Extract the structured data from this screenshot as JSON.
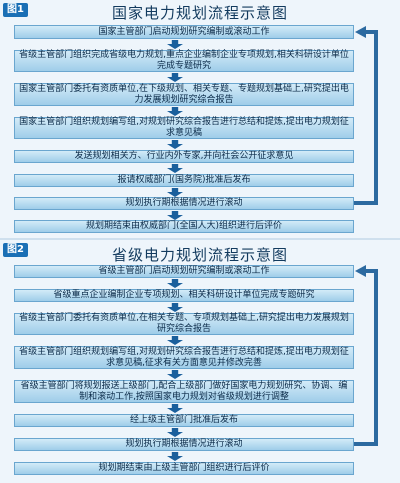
{
  "colors": {
    "box_top": "#d3ebf8",
    "box_bottom": "#9fcde9",
    "border": "#6aa6cf",
    "arrow": "#1a5f9c",
    "badge": "#1a6fb5",
    "feedback": "#2c6aa0"
  },
  "figure1": {
    "badge": "图1",
    "title": "国家电力规划流程示意图",
    "steps": [
      "国家主管部门启动规划研究编制或滚动工作",
      "省级主管部门组织完成省级电力规划,重点企业编制企业专项规划,相关科研设计单位完成专题研究",
      "国家主管部门委托有资质单位,在下级规划、相关专题、专题规划基础上,研究提出电力发展规划研究综合报告",
      "国家主管部门组织规划编写组,对规划研究综合报告进行总结和提炼,提出电力规划征求意见稿",
      "发送规划相关方、行业内外专家,并向社会公开征求意见",
      "报请权威部门(国务院)批准后发布",
      "规划执行期根据情况进行滚动",
      "规划期结束由权威部门(全国人大)组织进行后评价"
    ]
  },
  "figure2": {
    "badge": "图2",
    "title": "省级电力规划流程示意图",
    "steps": [
      "省级主管部门启动规划研究编制或滚动工作",
      "省级重点企业编制企业专项规划、相关科研设计单位完成专题研究",
      "省级主管部门委托有资质单位,在相关专题、专项规划基础上,研究提出电力发展规划研究综合报告",
      "省级主管部门组织规划编写组,对规划研究综合报告进行总结和提炼,提出电力规划征求意见稿,征求有关方面意见并修改完善",
      "省级主管部门将规划报送上级部门,配合上级部门做好国家电力规划研究、协调、编制和滚动工作,按照国家电力规划对省级规划进行调整",
      "经上级主管部门批准后发布",
      "规划执行期根据情况进行滚动",
      "规划期结束由上级主管部门组织进行后评价"
    ]
  }
}
